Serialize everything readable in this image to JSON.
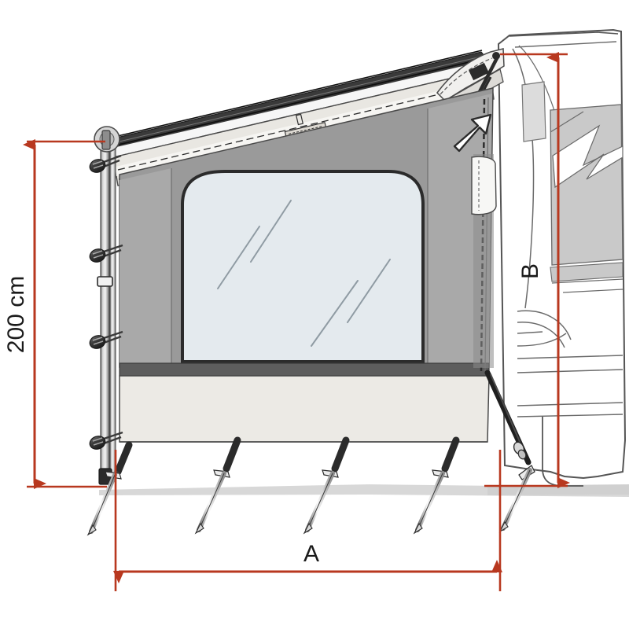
{
  "diagram": {
    "title": "Awning side panel installation dimensions",
    "subject": "caravan-awning-side-panel",
    "background_color": "#ffffff"
  },
  "dimensions": {
    "height_label": "200 cm",
    "width_label": "A",
    "vehicle_height_label": "B",
    "line_color": "#b8381f",
    "text_color": "#1a1a1a"
  },
  "annotations": {
    "pointer_arrow": "white-arrow-pointing-to-zipper"
  },
  "colors": {
    "panel_fabric": "#9a9a9a",
    "panel_fabric_light": "#b4b4b4",
    "window_glass": "#e4eaee",
    "window_border": "#2b2b2b",
    "skirt": "#eceae5",
    "skirt_band": "#5d5d5d",
    "awning_canvas": "#e9e7e2",
    "vehicle_body": "#ffffff",
    "vehicle_livery": "#c9c9c9",
    "ground_shadow": "#d2d2d2",
    "metal_dark": "#3a3a3a",
    "metal_light": "#cfcfcf",
    "outline": "#4a4a4a"
  },
  "parts": {
    "vertical_pole": "left-support-pole",
    "knobs": [
      "knob-1",
      "knob-2",
      "knob-3",
      "knob-4"
    ],
    "pegs": [
      "peg-1",
      "peg-2",
      "peg-3",
      "peg-4",
      "peg-5",
      "peg-6"
    ],
    "tension_strut": "rear-tension-strut",
    "roller_housing": "awning-roller-housing",
    "zipper": "vertical-zipper-strip",
    "pocket": "side-pocket-flap"
  }
}
